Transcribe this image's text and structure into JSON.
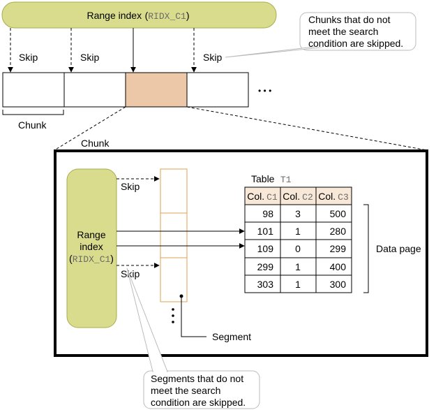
{
  "top_index": {
    "label": "Range index",
    "code": "RIDX_C1"
  },
  "top_skip_labels": [
    "Skip",
    "Skip",
    "Skip"
  ],
  "chunk_callout": [
    "Chunks that do not",
    "meet the search",
    "condition are skipped."
  ],
  "ellipsis": "• • •",
  "chunk_label_below": "Chunk",
  "chunk_label_detail": "Chunk",
  "inner_index": {
    "line1": "Range",
    "line2": "index",
    "code": "RIDX_C1"
  },
  "inner_skip_labels": [
    "Skip",
    "Skip"
  ],
  "table": {
    "title": "Table",
    "code": "T1",
    "columns": [
      {
        "prefix": "Col.",
        "code": "C1"
      },
      {
        "prefix": "Col.",
        "code": "C2"
      },
      {
        "prefix": "Col.",
        "code": "C3"
      }
    ],
    "rows": [
      [
        "98",
        "3",
        "500"
      ],
      [
        "101",
        "1",
        "280"
      ],
      [
        "109",
        "0",
        "299"
      ],
      [
        "299",
        "1",
        "400"
      ],
      [
        "303",
        "1",
        "300"
      ]
    ]
  },
  "data_page_label": "Data page",
  "segment_label": "Segment",
  "segment_callout": [
    "Segments that do not",
    "meet the search",
    "condition are skipped."
  ],
  "colors": {
    "index_fill": "#d9dc8c",
    "index_stroke": "#a8ad4c",
    "selected_chunk": "#ecc8a8",
    "segment_stroke": "#e0a050",
    "table_header": "#f8e8d8",
    "callout_stroke": "#bbbbbb"
  }
}
